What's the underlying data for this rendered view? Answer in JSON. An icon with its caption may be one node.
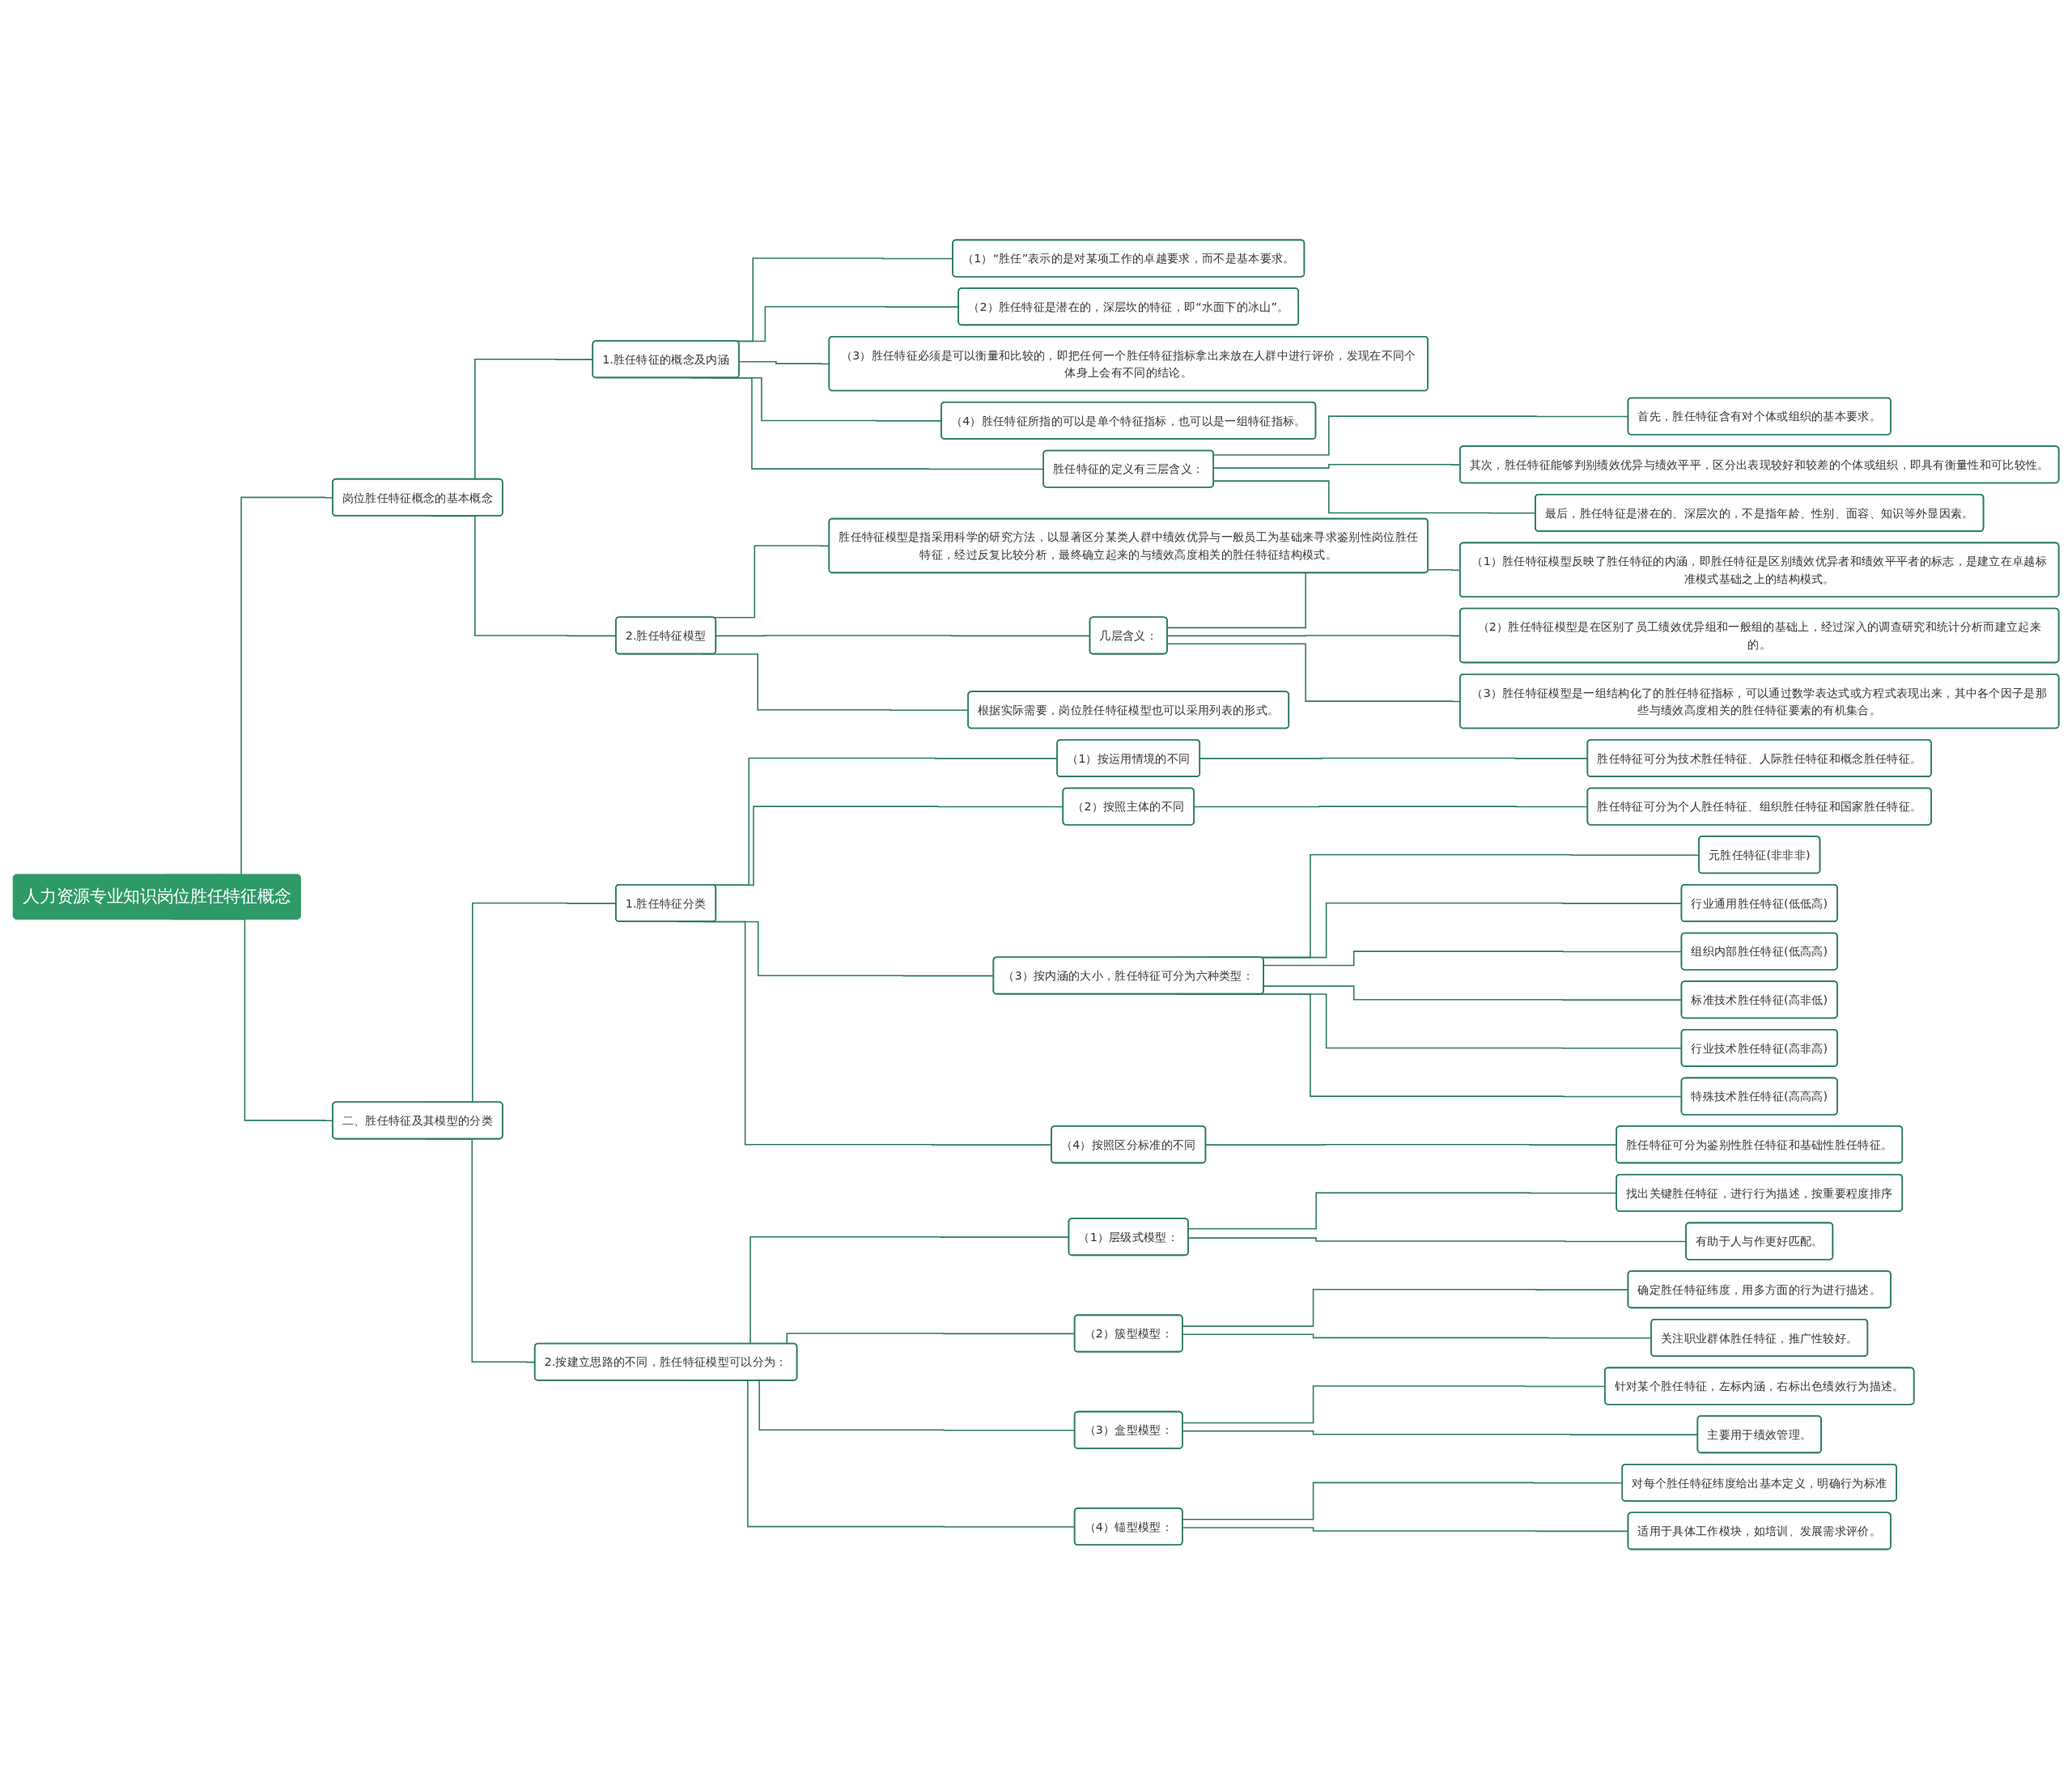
{
  "diagram": {
    "nodes": [
      {
        "text": [
          "人力资源专业知识岗位胜任特征概念"
        ]
      },
      {
        "text": [
          "岗位胜任特征概念的基本概念"
        ]
      },
      {
        "text": [
          "1.胜任特征的概念及内涵"
        ]
      },
      {
        "text": [
          "（1）“胜任”表示的是对某项工作的卓越要求，而不是基本要求。"
        ]
      },
      {
        "text": [
          "（2）胜任特征是潜在的，深层坎的特征，即“水面下的冰山”。"
        ]
      },
      {
        "text": [
          "（3）胜任特征必须是可以衡量和比较的，即把任何一个胜任特征指标拿出来放在人群中进行评价，发现在不同个体身上会有不同的结论。"
        ]
      },
      {
        "text": [
          "（4）胜任特征所指的可以是单个特征指标，也可以是一组特征指标。"
        ]
      },
      {
        "text": [
          "胜任特征的定义有三层含义："
        ]
      },
      {
        "text": [
          "首先，胜任特征含有对个体或组织的基本要求。"
        ]
      },
      {
        "text": [
          "其次，胜任特征能够判别绩效优异与绩效平平，区分出表现较好和较差的个体或组织，即具有衡量性和可比较性。"
        ]
      },
      {
        "text": [
          "最后，胜任特征是潜在的、深层次的，不是指年龄、性别、面容、知识等外显因素。"
        ]
      },
      {
        "text": [
          "2.胜任特征模型"
        ]
      },
      {
        "text": [
          "胜任特征模型是指采用科学的研究方法，以显著区分某类人群中绩效优异与一般员工为基础来寻求鉴别性岗位胜任特征，经过反复比较分析，最终确立起来的与绩效高度相关的胜任特征结构模式。"
        ]
      },
      {
        "text": [
          "几层含义："
        ]
      },
      {
        "text": [
          "（1）胜任特征模型反映了胜任特征的内涵，即胜任特征是区别绩效优异者和绩效平平者的标志，是建立在卓越标准模式基础之上的结构模式。"
        ]
      },
      {
        "text": [
          "（2）胜任特征模型是在区别了员工绩效优异组和一般组的基础上，经过深入的调查研究和统计分析而建立起来的。"
        ]
      },
      {
        "text": [
          "（3）胜任特征模型是一组结构化了的胜任特征指标，可以通过数学表达式或方程式表现出来，其中各个因子是那些与绩效高度相关的胜任特征要素的有机集合。"
        ]
      },
      {
        "text": [
          "根据实际需要，岗位胜任特征模型也可以采用列表的形式。"
        ]
      },
      {
        "text": [
          "二、胜任特征及其模型的分类"
        ]
      },
      {
        "text": [
          "1.胜任特征分类"
        ]
      },
      {
        "text": [
          "（1）按运用情境的不同"
        ]
      },
      {
        "text": [
          "胜任特征可分为技术胜任特征、人际胜任特征和概念胜任特征。"
        ]
      },
      {
        "text": [
          "（2）按照主体的不同"
        ]
      },
      {
        "text": [
          "胜任特征可分为个人胜任特征、组织胜任特征和国家胜任特征。"
        ]
      },
      {
        "text": [
          "（3）按内涵的大小，胜任特征可分为六种类型："
        ]
      },
      {
        "text": [
          "元胜任特征(非非非)"
        ]
      },
      {
        "text": [
          "行业通用胜任特征(低低高)"
        ]
      },
      {
        "text": [
          "组织内部胜任特征(低高高)"
        ]
      },
      {
        "text": [
          "标准技术胜任特征(高非低)"
        ]
      },
      {
        "text": [
          "行业技术胜任特征(高非高)"
        ]
      },
      {
        "text": [
          "特殊技术胜任特征(高高高)"
        ]
      },
      {
        "text": [
          "（4）按照区分标准的不同"
        ]
      },
      {
        "text": [
          "胜任特征可分为鉴别性胜任特征和基础性胜任特征。"
        ]
      },
      {
        "text": [
          "2.按建立思路的不同，胜任特征模型可以分为："
        ]
      },
      {
        "text": [
          "（1）层级式模型："
        ]
      },
      {
        "text": [
          "找出关键胜任特征，进行行为描述，按重要程度排序"
        ]
      },
      {
        "text": [
          "有助于人与作更好匹配。"
        ]
      },
      {
        "text": [
          "（2）簇型模型："
        ]
      },
      {
        "text": [
          "确定胜任特征纬度，用多方面的行为进行描述。"
        ]
      },
      {
        "text": [
          "关注职业群体胜任特征，推广性较好。"
        ]
      },
      {
        "text": [
          "（3）盒型模型："
        ]
      },
      {
        "text": [
          "针对某个胜任特征，左标内涵，右标出色绩效行为描述。"
        ]
      },
      {
        "text": [
          "主要用于绩效管理。"
        ]
      },
      {
        "text": [
          "（4）锚型模型："
        ]
      },
      {
        "text": [
          "对每个胜任特征纬度给出基本定义，明确行为标准"
        ]
      },
      {
        "text": [
          "适用于具体工作模块，如培训、发展需求评价。"
        ]
      }
    ],
    "edges": [
      {
        "from": 0,
        "to": 1,
        "arrow": "none"
      },
      {
        "from": 1,
        "to": 2,
        "arrow": "none"
      },
      {
        "from": 2,
        "to": 3,
        "arrow": "none"
      },
      {
        "from": 2,
        "to": 4,
        "arrow": "none"
      },
      {
        "from": 2,
        "to": 5,
        "arrow": "none"
      },
      {
        "from": 2,
        "to": 6,
        "arrow": "none"
      },
      {
        "from": 2,
        "to": 7,
        "arrow": "none"
      },
      {
        "from": 7,
        "to": 8,
        "arrow": "none"
      },
      {
        "from": 7,
        "to": 9,
        "arrow": "none"
      },
      {
        "from": 7,
        "to": 10,
        "arrow": "none"
      },
      {
        "from": 1,
        "to": 11,
        "arrow": "none"
      },
      {
        "from": 11,
        "to": 12,
        "arrow": "none"
      },
      {
        "from": 11,
        "to": 13,
        "arrow": "none"
      },
      {
        "from": 13,
        "to": 14,
        "arrow": "none"
      },
      {
        "from": 13,
        "to": 15,
        "arrow": "none"
      },
      {
        "from": 13,
        "to": 16,
        "arrow": "none"
      },
      {
        "from": 11,
        "to": 17,
        "arrow": "none"
      },
      {
        "from": 0,
        "to": 18,
        "arrow": "none"
      },
      {
        "from": 18,
        "to": 19,
        "arrow": "none"
      },
      {
        "from": 19,
        "to": 20,
        "arrow": "none"
      },
      {
        "from": 20,
        "to": 21,
        "arrow": "none"
      },
      {
        "from": 19,
        "to": 22,
        "arrow": "none"
      },
      {
        "from": 22,
        "to": 23,
        "arrow": "none"
      },
      {
        "from": 19,
        "to": 24,
        "arrow": "none"
      },
      {
        "from": 24,
        "to": 25,
        "arrow": "none"
      },
      {
        "from": 24,
        "to": 26,
        "arrow": "none"
      },
      {
        "from": 24,
        "to": 27,
        "arrow": "none"
      },
      {
        "from": 24,
        "to": 28,
        "arrow": "none"
      },
      {
        "from": 24,
        "to": 29,
        "arrow": "none"
      },
      {
        "from": 24,
        "to": 30,
        "arrow": "none"
      },
      {
        "from": 19,
        "to": 31,
        "arrow": "none"
      },
      {
        "from": 31,
        "to": 32,
        "arrow": "none"
      },
      {
        "from": 18,
        "to": 33,
        "arrow": "none"
      },
      {
        "from": 33,
        "to": 34,
        "arrow": "none"
      },
      {
        "from": 34,
        "to": 35,
        "arrow": "none"
      },
      {
        "from": 34,
        "to": 36,
        "arrow": "none"
      },
      {
        "from": 33,
        "to": 37,
        "arrow": "none"
      },
      {
        "from": 37,
        "to": 38,
        "arrow": "none"
      },
      {
        "from": 37,
        "to": 39,
        "arrow": "none"
      },
      {
        "from": 33,
        "to": 40,
        "arrow": "none"
      },
      {
        "from": 40,
        "to": 41,
        "arrow": "none"
      },
      {
        "from": 40,
        "to": 42,
        "arrow": "none"
      },
      {
        "from": 33,
        "to": 43,
        "arrow": "none"
      },
      {
        "from": 43,
        "to": 44,
        "arrow": "none"
      },
      {
        "from": 43,
        "to": 45,
        "arrow": "none"
      }
    ]
  }
}
